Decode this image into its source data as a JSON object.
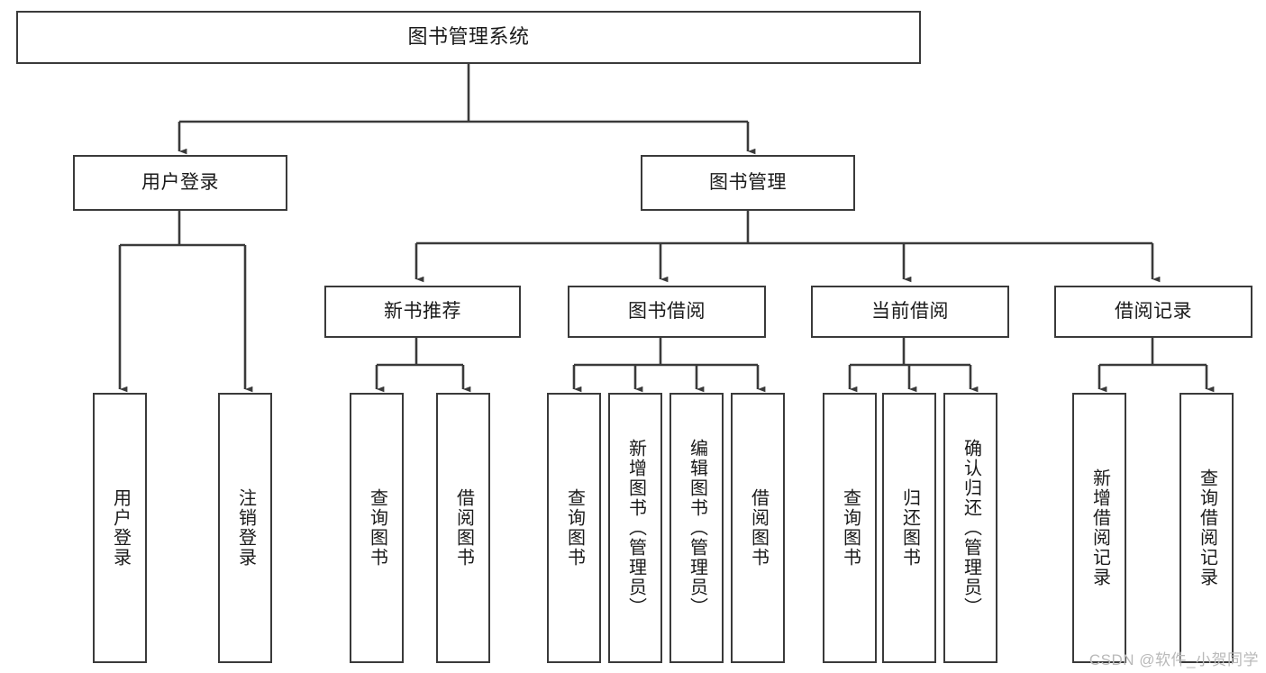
{
  "diagram": {
    "title": "图书管理系统",
    "type": "tree",
    "watermark": "CSDN @软件_小贺同学",
    "colors": {
      "box_border": "#3a3a3a",
      "box_fill": "#ffffff",
      "edge": "#3a3a3a",
      "text": "#1a1a1a",
      "watermark": "#b9b9b9"
    },
    "root": {
      "label": "图书管理系统"
    },
    "level2": [
      {
        "id": "user-login",
        "label": "用户登录"
      },
      {
        "id": "book-manage",
        "label": "图书管理"
      }
    ],
    "level3": [
      {
        "id": "new-book-rec",
        "label": "新书推荐",
        "parent": "book-manage"
      },
      {
        "id": "book-borrow",
        "label": "图书借阅",
        "parent": "book-manage"
      },
      {
        "id": "current-borrow",
        "label": "当前借阅",
        "parent": "book-manage"
      },
      {
        "id": "borrow-record",
        "label": "借阅记录",
        "parent": "book-manage"
      }
    ],
    "leaves": [
      {
        "id": "leaf-user-login",
        "label": "用户登录",
        "parent": "user-login"
      },
      {
        "id": "leaf-user-logout",
        "label": "注销登录",
        "parent": "user-login"
      },
      {
        "id": "leaf-query-book-1",
        "label": "查询图书",
        "parent": "new-book-rec"
      },
      {
        "id": "leaf-borrow-book-1",
        "label": "借阅图书",
        "parent": "new-book-rec"
      },
      {
        "id": "leaf-query-book-2",
        "label": "查询图书",
        "parent": "book-borrow"
      },
      {
        "id": "leaf-add-book",
        "label": "新增图书（管理员）",
        "parent": "book-borrow"
      },
      {
        "id": "leaf-edit-book",
        "label": "编辑图书（管理员）",
        "parent": "book-borrow"
      },
      {
        "id": "leaf-borrow-book-2",
        "label": "借阅图书",
        "parent": "book-borrow"
      },
      {
        "id": "leaf-query-book-3",
        "label": "查询图书",
        "parent": "current-borrow"
      },
      {
        "id": "leaf-return-book",
        "label": "归还图书",
        "parent": "current-borrow"
      },
      {
        "id": "leaf-confirm-return",
        "label": "确认归还（管理员）",
        "parent": "current-borrow"
      },
      {
        "id": "leaf-add-record",
        "label": "新增借阅记录",
        "parent": "borrow-record"
      },
      {
        "id": "leaf-query-record",
        "label": "查询借阅记录",
        "parent": "borrow-record"
      }
    ]
  }
}
